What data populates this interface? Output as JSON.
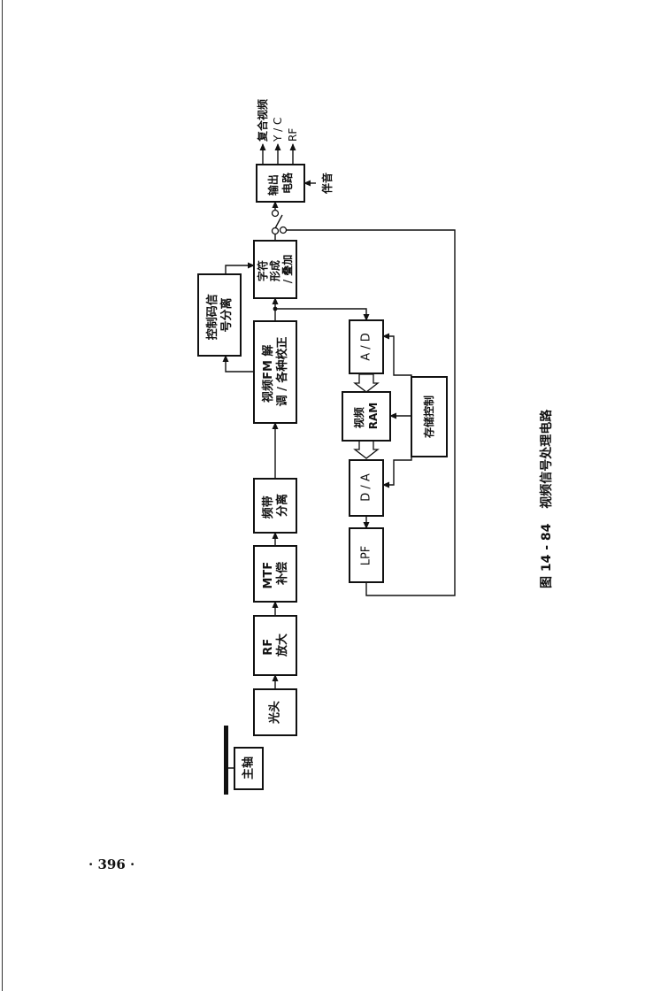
{
  "diagram": {
    "caption_number": "图 14 - 84",
    "caption_title": "视频信号处理电路",
    "blocks": {
      "spindle": "主轴",
      "optical_head": "光头",
      "rf_amp": [
        "RF",
        "放大"
      ],
      "mtf_comp": [
        "MTF",
        "补偿"
      ],
      "band_sep": [
        "频带",
        "分离"
      ],
      "fm_demod": [
        "视频FM 解",
        "调 / 各种校正"
      ],
      "ctrl_sep": [
        "控制码信",
        "号分离"
      ],
      "char_gen": [
        "字符",
        "形成",
        "/ 叠加"
      ],
      "output": [
        "输出",
        "电路"
      ],
      "ad": "A / D",
      "ram": [
        "视频",
        "RAM"
      ],
      "da": "D / A",
      "lpf": "LPF",
      "mem_ctrl": "存储控制"
    },
    "outputs": [
      "复合视频",
      "Y / C",
      "RF"
    ],
    "audio_in": "伴音"
  },
  "page_number": "· 396 ·"
}
